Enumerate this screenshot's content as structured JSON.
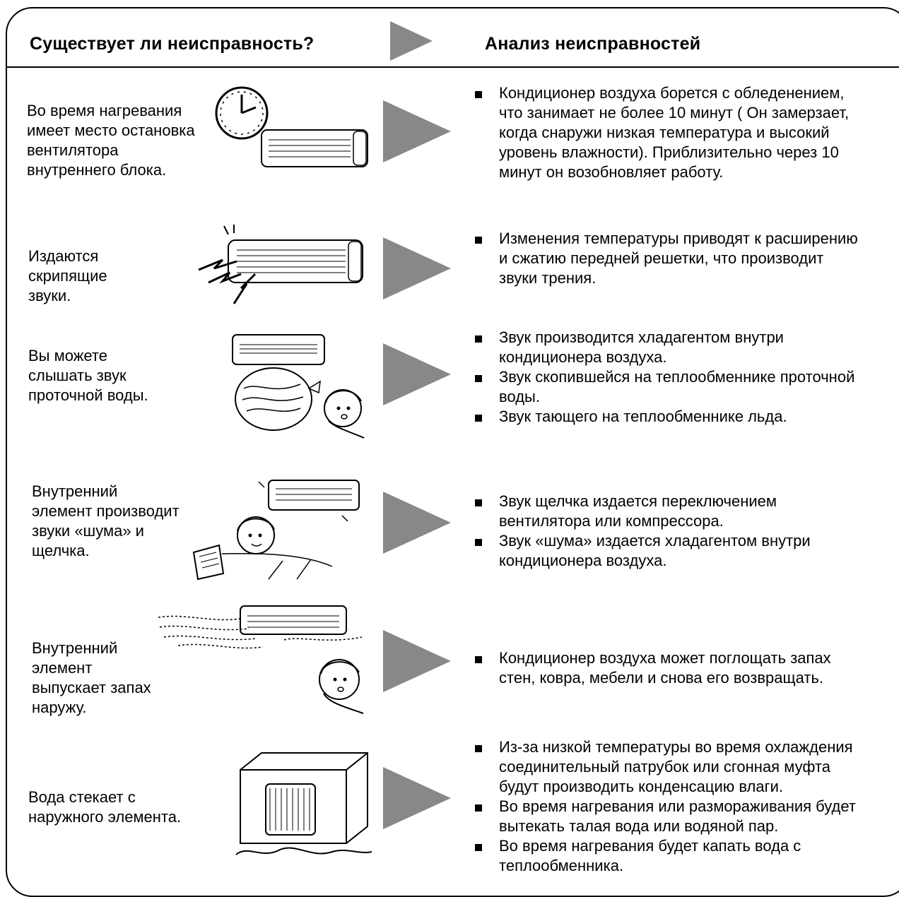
{
  "header": {
    "left_title": "Существует ли неисправность?",
    "right_title": "Анализ неисправностей"
  },
  "rows": [
    {
      "symptom": "Во время нагревания\nимеет место остановка\nвентилятора\nвнутреннего блока.",
      "illustration": "clock-and-indoor-unit",
      "analysis": [
        "Кондиционер воздуха борется с обледенением,\nчто занимает не более 10 минут ( Он замерзает,\nкогда снаружи низкая температура и высокий\nуровень влажности). Приблизительно через 10\nминут он возобновляет работу."
      ]
    },
    {
      "symptom": "Издаются\nскрипящие\nзвуки.",
      "illustration": "indoor-unit-creaking",
      "analysis": [
        "Изменения температуры приводят к расширению\nи сжатию передней решетки, что производит\nзвуки трения."
      ]
    },
    {
      "symptom": "Вы можете\nслышать звук\nпроточной воды.",
      "illustration": "water-flow-listener",
      "analysis": [
        "Звук производится хладагентом внутри\nкондиционера воздуха.",
        "Звук скопившейся на теплообменнике проточной\nводы.",
        "Звук тающего на теплообменнике льда."
      ]
    },
    {
      "symptom": "Внутренний\nэлемент производит\nзвуки «шума» и\nщелчка.",
      "illustration": "person-reading-under-unit",
      "analysis": [
        "Звук щелчка издается переключением\nвентилятора или компрессора.",
        "Звук «шума» издается хладагентом внутри\nкондиционера воздуха."
      ]
    },
    {
      "symptom": "Внутренний\nэлемент\nвыпускает запах\nнаружу.",
      "illustration": "odor-from-unit",
      "analysis": [
        "Кондиционер воздуха может поглощать запах\nстен, ковра, мебели и снова его возвращать."
      ]
    },
    {
      "symptom": "Вода стекает с\nнаружного элемента.",
      "illustration": "outdoor-unit-dripping",
      "analysis": [
        "Из-за низкой температуры во время охлаждения\nсоединительный патрубок или сгонная муфта\nбудут производить конденсацию влаги.",
        "Во время нагревания или размораживания будет\nвытекать талая вода или водяной пар.",
        "Во время нагревания будет капать вода с\nтеплообменника."
      ]
    }
  ]
}
